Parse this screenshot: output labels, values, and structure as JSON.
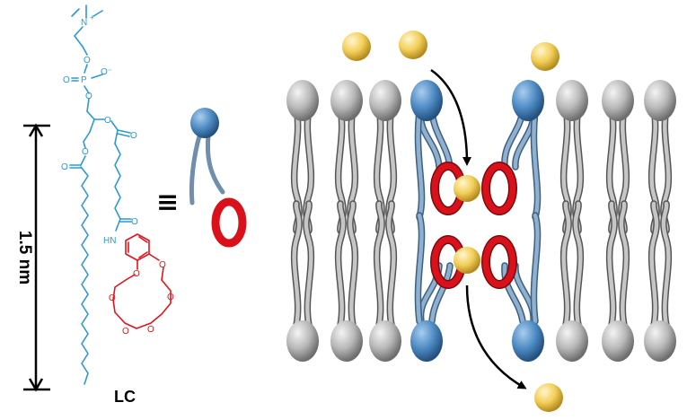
{
  "scale": {
    "label": "1.5 nm"
  },
  "molecule": {
    "name": "LC",
    "equivalence_symbol": "≡",
    "colors": {
      "lipid": "#2a9ad0",
      "crown": "#e0151d"
    },
    "atoms": {
      "N": "N",
      "plus": "+",
      "P": "P",
      "O": "O",
      "O_minus": "O⁻",
      "HN": "HN"
    }
  },
  "membrane": {
    "colors": {
      "head_gray": "#b7b7b7",
      "head_blue": "#4f8cc4",
      "tail_gray": "#9a9a9a",
      "ring_red": "#d8111a",
      "ion_gold": "#f2cf58"
    }
  }
}
